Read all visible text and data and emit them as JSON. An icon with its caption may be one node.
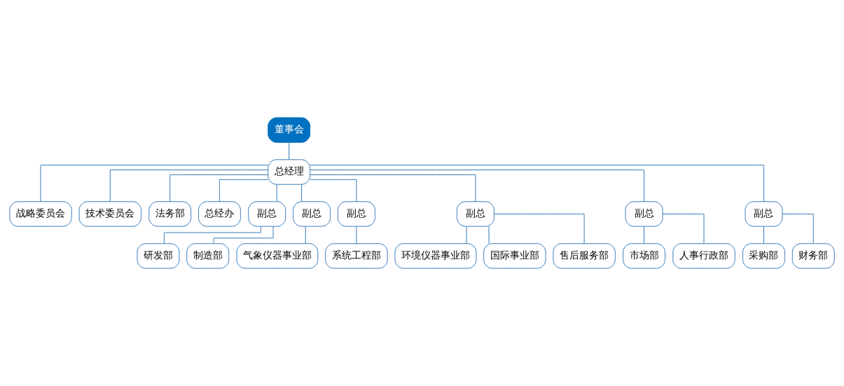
{
  "diagram": {
    "nodes": [
      {
        "text": [
          "董事会"
        ]
      },
      {
        "text": [
          "总经理"
        ]
      },
      {
        "text": [
          "战略委员会"
        ]
      },
      {
        "text": [
          "技术委员会"
        ]
      },
      {
        "text": [
          "法务部"
        ]
      },
      {
        "text": [
          "总经办"
        ]
      },
      {
        "text": [
          "副总"
        ]
      },
      {
        "text": [
          "研发部"
        ]
      },
      {
        "text": [
          "制造部"
        ]
      },
      {
        "text": [
          "副总"
        ]
      },
      {
        "text": [
          "气象仪器事业部"
        ]
      },
      {
        "text": [
          "副总"
        ]
      },
      {
        "text": [
          "系统工程部"
        ]
      },
      {
        "text": [
          "副总"
        ]
      },
      {
        "text": [
          "环境仪器事业部"
        ]
      },
      {
        "text": [
          "国际事业部"
        ]
      },
      {
        "text": [
          "售后服务部"
        ]
      },
      {
        "text": [
          "副总"
        ]
      },
      {
        "text": [
          "市场部"
        ]
      },
      {
        "text": [
          "人事行政部"
        ]
      },
      {
        "text": [
          "副总"
        ]
      },
      {
        "text": [
          "采购部"
        ]
      },
      {
        "text": [
          "财务部"
        ]
      }
    ],
    "edges": [
      {
        "from": 0,
        "to": 1,
        "arrow": "none"
      },
      {
        "from": 1,
        "to": 2,
        "arrow": "none"
      },
      {
        "from": 1,
        "to": 3,
        "arrow": "none"
      },
      {
        "from": 1,
        "to": 4,
        "arrow": "none"
      },
      {
        "from": 1,
        "to": 5,
        "arrow": "none"
      },
      {
        "from": 1,
        "to": 6,
        "arrow": "none"
      },
      {
        "from": 1,
        "to": 9,
        "arrow": "none"
      },
      {
        "from": 1,
        "to": 11,
        "arrow": "none"
      },
      {
        "from": 1,
        "to": 13,
        "arrow": "none"
      },
      {
        "from": 1,
        "to": 17,
        "arrow": "none"
      },
      {
        "from": 1,
        "to": 20,
        "arrow": "none"
      },
      {
        "from": 6,
        "to": 7,
        "arrow": "none"
      },
      {
        "from": 6,
        "to": 8,
        "arrow": "none"
      },
      {
        "from": 9,
        "to": 10,
        "arrow": "none"
      },
      {
        "from": 11,
        "to": 12,
        "arrow": "none"
      },
      {
        "from": 13,
        "to": 14,
        "arrow": "none"
      },
      {
        "from": 13,
        "to": 15,
        "arrow": "none"
      },
      {
        "from": 13,
        "to": 16,
        "arrow": "none"
      },
      {
        "from": 17,
        "to": 18,
        "arrow": "none"
      },
      {
        "from": 17,
        "to": 19,
        "arrow": "none"
      },
      {
        "from": 20,
        "to": 21,
        "arrow": "none"
      },
      {
        "from": 20,
        "to": 22,
        "arrow": "none"
      }
    ]
  }
}
